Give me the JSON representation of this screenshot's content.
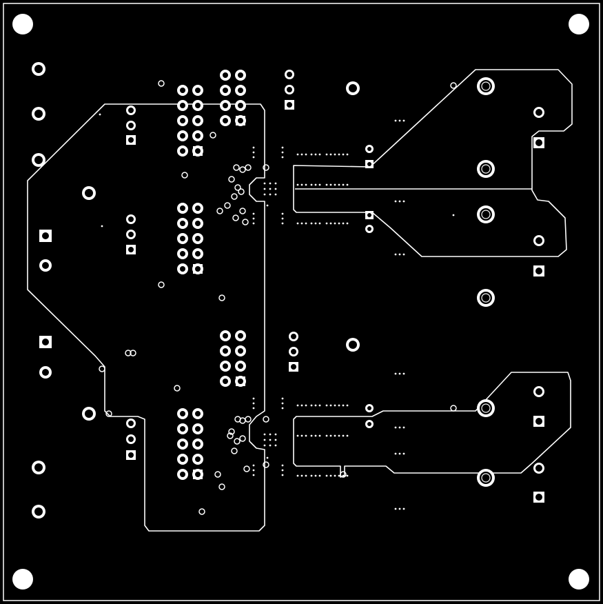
{
  "board": {
    "view": "pcb-layer",
    "background_color": "#000000",
    "copper_outline_color": "#ffffff",
    "pad_color": "#ffffff",
    "frame_color": "#ffffff"
  },
  "counts": {
    "mounting_holes": 4,
    "left_edge_pads": 6,
    "left_square_pads": 2,
    "large_round_pads_right": 6,
    "pour_regions": 4
  }
}
